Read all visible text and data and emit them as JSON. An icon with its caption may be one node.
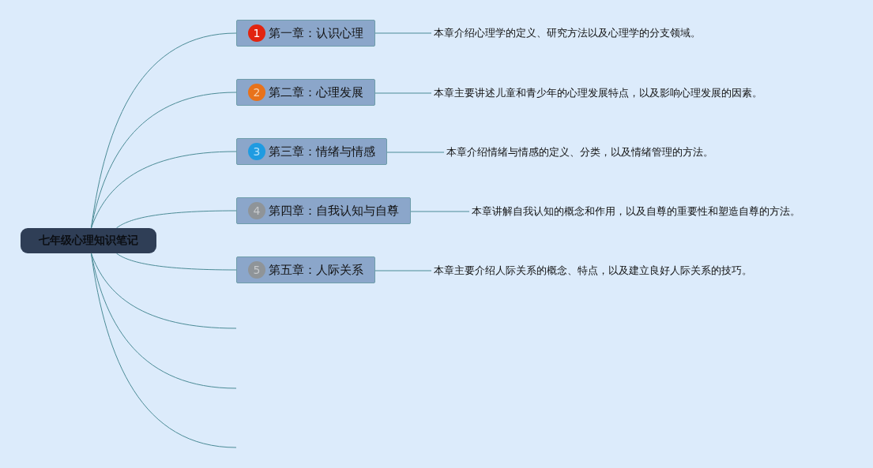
{
  "diagram": {
    "nodes": [
      {
        "text": [
          "七年级心理知识笔记"
        ]
      },
      {
        "text": [
          "1",
          "第一章：认识心理"
        ]
      },
      {
        "text": [
          "本章介绍心理学的定义、研究方法以及心理学的分支领域。"
        ]
      },
      {
        "text": [
          "2",
          "第二章：心理发展"
        ]
      },
      {
        "text": [
          "本章主要讲述儿童和青少年的心理发展特点，以及影响心理发展的因素。"
        ]
      },
      {
        "text": [
          "3",
          "第三章：情绪与情感"
        ]
      },
      {
        "text": [
          "本章介绍情绪与情感的定义、分类，以及情绪管理的方法。"
        ]
      },
      {
        "text": [
          "4",
          "第四章：自我认知与自尊"
        ]
      },
      {
        "text": [
          "本章讲解自我认知的概念和作用，以及自尊的重要性和塑造自尊的方法。"
        ]
      },
      {
        "text": [
          "5",
          "第五章：人际关系"
        ]
      },
      {
        "text": [
          "本章主要介绍人际关系的概念、特点，以及建立良好人际关系的技巧。"
        ]
      }
    ],
    "edges": [
      {
        "from": 0,
        "to": 1,
        "arrow": "none"
      },
      {
        "from": 1,
        "to": 2,
        "arrow": "none"
      },
      {
        "from": 0,
        "to": 3,
        "arrow": "none"
      },
      {
        "from": 3,
        "to": 4,
        "arrow": "none"
      },
      {
        "from": 0,
        "to": 5,
        "arrow": "none"
      },
      {
        "from": 5,
        "to": 6,
        "arrow": "none"
      },
      {
        "from": 0,
        "to": 7,
        "arrow": "none"
      },
      {
        "from": 7,
        "to": 8,
        "arrow": "none"
      },
      {
        "from": 0,
        "to": 9,
        "arrow": "none"
      },
      {
        "from": 9,
        "to": 10,
        "arrow": "none"
      },
      {
        "from": 0,
        "to": null,
        "arrow": "none"
      },
      {
        "from": 0,
        "to": null,
        "arrow": "none"
      },
      {
        "from": 0,
        "to": null,
        "arrow": "none"
      }
    ]
  }
}
